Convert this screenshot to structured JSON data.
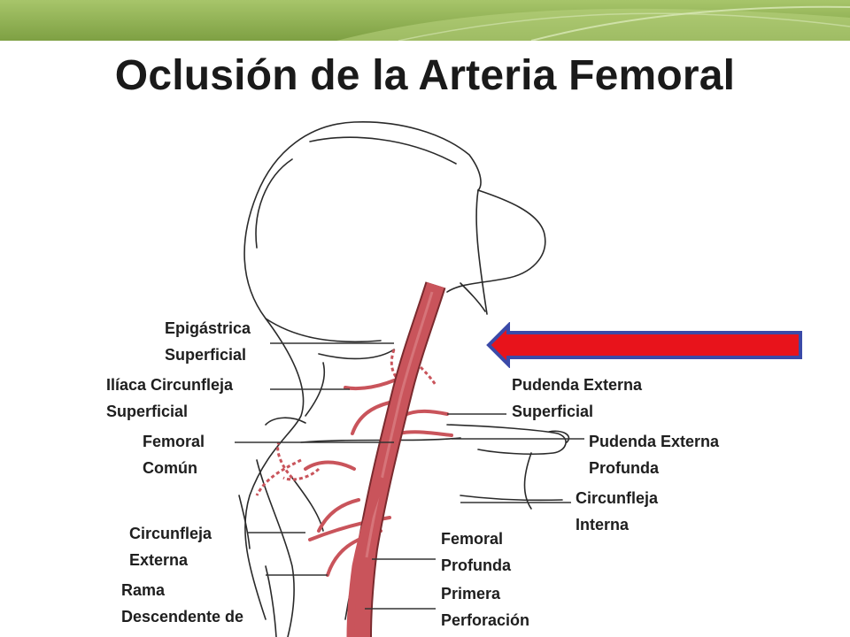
{
  "slide": {
    "title": "Oclusión de la Arteria Femoral"
  },
  "labels": {
    "epigastrica": [
      "Epigástrica",
      "Superficial"
    ],
    "iliaca": [
      "Ilíaca Circunfleja",
      "Superficial"
    ],
    "femoral_comun": [
      "Femoral",
      "Común"
    ],
    "circunfleja_externa": [
      "Circunfleja",
      "Externa"
    ],
    "rama": [
      "Rama",
      "Descendente de"
    ],
    "pudenda_superficial": [
      "Pudenda Externa",
      "Superficial"
    ],
    "pudenda_profunda": [
      "Pudenda Externa",
      "Profunda"
    ],
    "circunfleja_interna": [
      "Circunfleja",
      "Interna"
    ],
    "femoral_profunda": [
      "Femoral",
      "Profunda"
    ],
    "primera_perforacion": [
      "Primera",
      "Perforación"
    ]
  },
  "colors": {
    "banner": "#8db04e",
    "artery": "#c9545b",
    "arrow": "#e8131b",
    "arrow_outline": "#3b4aa8",
    "line": "#333333"
  }
}
